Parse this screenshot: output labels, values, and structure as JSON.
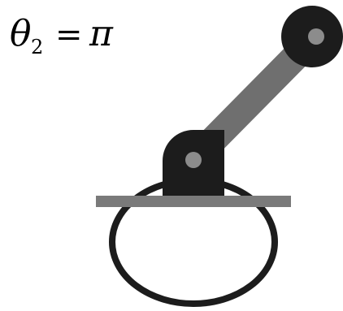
{
  "equation": {
    "symbol": "θ",
    "subscript": "2",
    "operator": "=",
    "value": "π"
  },
  "colors": {
    "background": "#ffffff",
    "link_gray": "#6f6f6f",
    "base_bar_gray": "#7a7a7a",
    "joint_black": "#1c1c1c",
    "ring_black": "#1c1c1c",
    "pin_gray": "#8c8c8c"
  },
  "icons": {
    "ring": "torus-ring-icon",
    "base_bar": "platform-bar-icon",
    "base_joint": "revolute-joint-icon",
    "arm_link": "robot-link-icon",
    "end_effector": "end-effector-joint-icon"
  }
}
